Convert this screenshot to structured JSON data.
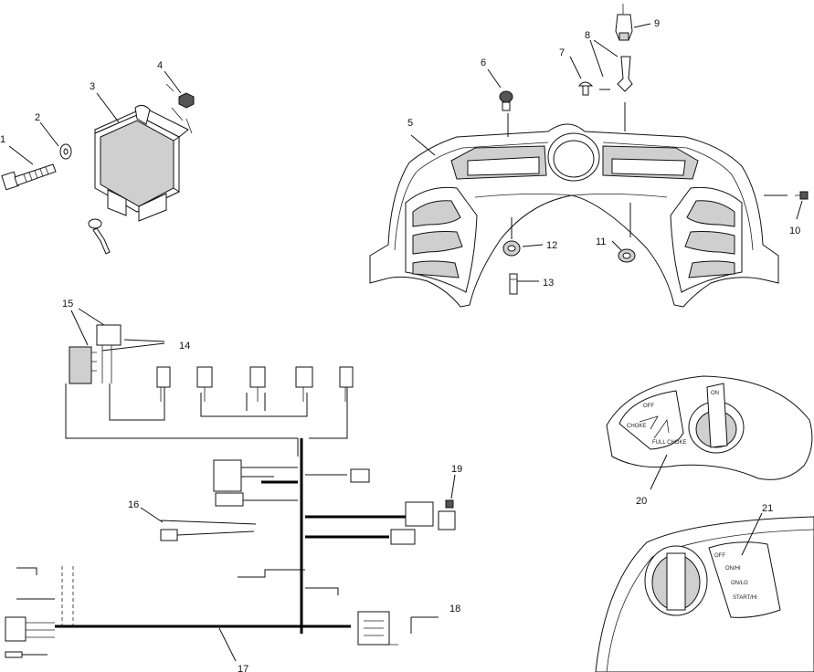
{
  "callouts": {
    "c1": "1",
    "c2": "2",
    "c3": "3",
    "c4": "4",
    "c5": "5",
    "c6": "6",
    "c7": "7",
    "c8": "8",
    "c9": "9",
    "c10": "10",
    "c11": "11",
    "c12": "12",
    "c13": "13",
    "c14": "14",
    "c15": "15",
    "c16": "16",
    "c17": "17",
    "c18": "18",
    "c19": "19",
    "c20": "20",
    "c21": "21"
  },
  "switch_panel_upper": {
    "off": "OFF",
    "on": "ON",
    "choke": "CHOKE",
    "full_choke": "FULL CHOKE"
  },
  "switch_panel_lower": {
    "off": "OFF",
    "on_hi": "ON/HI",
    "on_lo": "ON/LO",
    "start": "START/HI"
  }
}
